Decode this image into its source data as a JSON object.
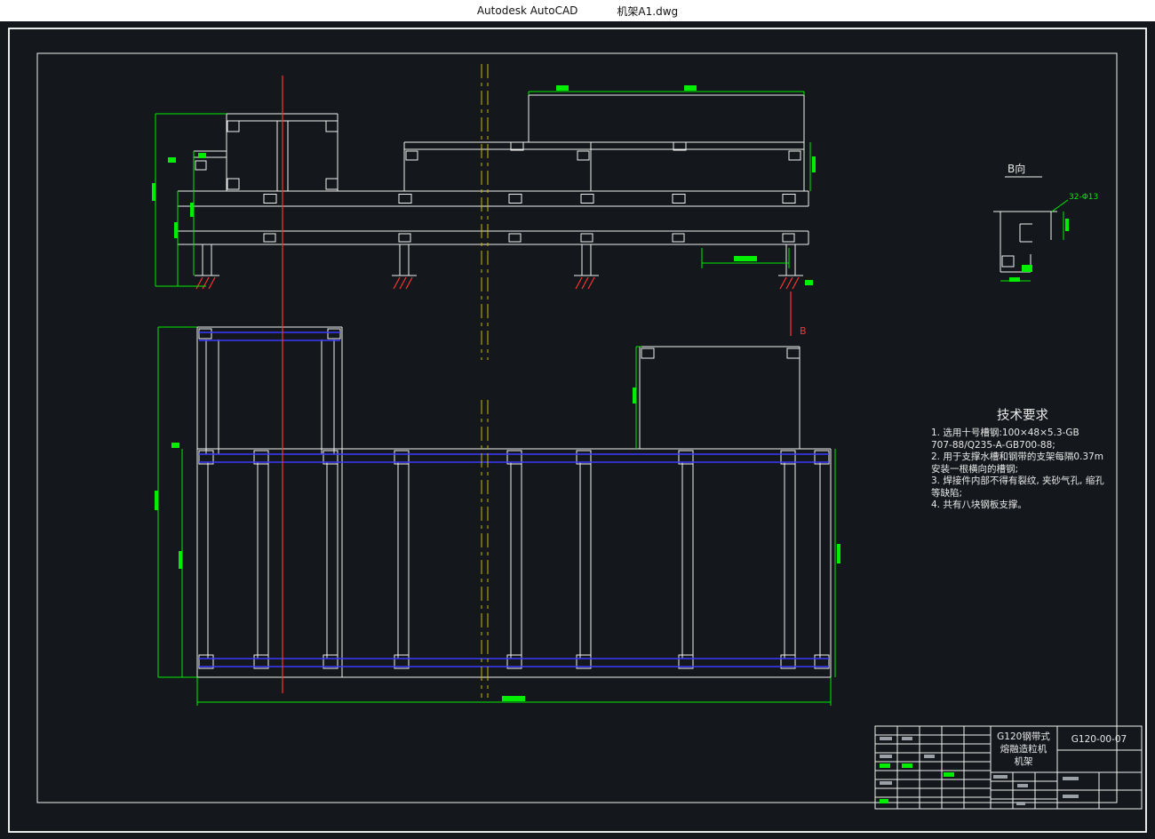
{
  "titlebar": {
    "app_name": "Autodesk AutoCAD",
    "document_name": "机架A1.dwg"
  },
  "colors": {
    "titlebar_bg": "#ffffff",
    "titlebar_text": "#111111",
    "canvas_bg": "#14171c",
    "geometry_white": "#f0f0f0",
    "dimension_green": "#00ee00",
    "plan_blue": "#3a3aff",
    "centerline_red": "#ff3232",
    "centerline_yellow": "#c9b800"
  },
  "detail_view": {
    "label": "B向",
    "hole_callout": "32-Φ13",
    "section_letter": "B"
  },
  "tech_requirements": {
    "title": "技术要求",
    "lines": [
      "1. 选用十号槽钢:100×48×5.3-GB",
      "707-88/Q235-A-GB700-88;",
      "2. 用于支撑水槽和钢带的支架每隔0.37m",
      "安装一根横向的槽钢;",
      "3. 焊接件内部不得有裂纹, 夹砂气孔, 缩孔",
      "等缺陷;",
      "4. 共有八块钢板支撑。"
    ]
  },
  "title_block": {
    "product_line1": "G120钢带式",
    "product_line2": "熔融造粒机",
    "product_line3": "机架",
    "drawing_number": "G120-00-07"
  }
}
